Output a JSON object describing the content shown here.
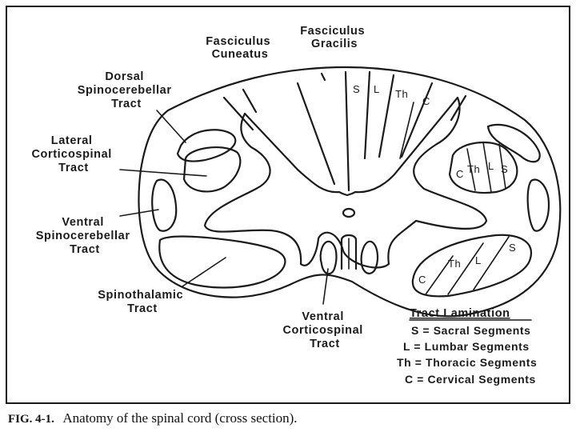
{
  "labels": {
    "fasciculus_gracilis": [
      "Fasciculus",
      "Gracilis"
    ],
    "fasciculus_cuneatus": [
      "Fasciculus",
      "Cuneatus"
    ],
    "dorsal_spinocerebellar": [
      "Dorsal",
      "Spinocerebellar",
      "Tract"
    ],
    "lateral_corticospinal": [
      "Lateral",
      "Corticospinal",
      "Tract"
    ],
    "ventral_spinocerebellar": [
      "Ventral",
      "Spinocerebellar",
      "Tract"
    ],
    "spinothalamic": [
      "Spinothalamic",
      "Tract"
    ],
    "ventral_corticospinal": [
      "Ventral",
      "Corticospinal",
      "Tract"
    ]
  },
  "segments": {
    "gracilis": [
      "S",
      "L",
      "Th",
      "C"
    ],
    "lateral": [
      "C",
      "Th",
      "L",
      "S"
    ],
    "spinothalamic": [
      "C",
      "Th",
      "L",
      "S"
    ]
  },
  "legend": {
    "title": "Tract Lamination",
    "items": [
      "S = Sacral Segments",
      "L = Lumbar Segments",
      "Th = Thoracic Segments",
      "C = Cervical Segments"
    ]
  },
  "caption": {
    "label": "FIG. 4-1.",
    "text": "Anatomy of the spinal cord (cross section)."
  }
}
